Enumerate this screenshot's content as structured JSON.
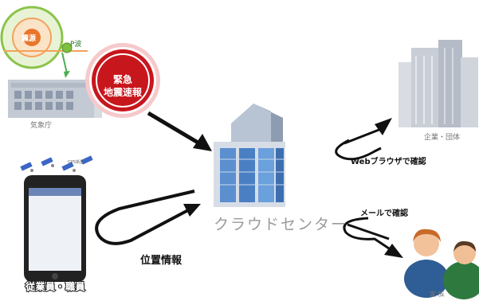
{
  "hypocenter_label": "震源",
  "p_wave_label": "P波",
  "jma_label": "気象庁",
  "alert_line1": "緊急",
  "alert_line2": "地震速報",
  "cloud_center_label": "クラウドセンター",
  "corporation_label": "企業・団体",
  "web_browser_label": "Webブラウザで確認",
  "email_label": "メールで確認",
  "location_info_label": "位置情報",
  "employee_label": "従業員・職員",
  "family_label": "家 族",
  "gps_label": "GPS衛星",
  "colors": {
    "alert_red": "#c8161d",
    "building_blue": "#5b8fd0",
    "arrow_black": "#111111",
    "hypocenter_orange": "#e8762b",
    "map_green": "#8bc34a"
  }
}
